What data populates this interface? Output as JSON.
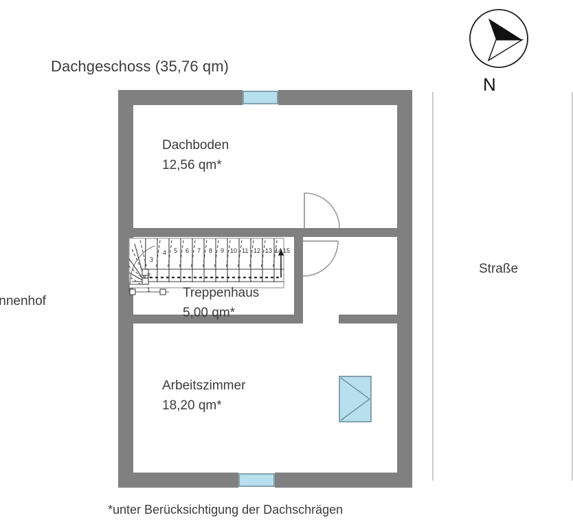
{
  "plan": {
    "title": "Dachgeschoss (35,76 qm)",
    "footnote": "*unter Berücksichtigung der Dachschrägen",
    "compass_label": "N",
    "orientation_left": "Innenhof",
    "orientation_right": "Straße",
    "total_area": "35,76 qm"
  },
  "rooms": [
    {
      "id": "dachboden",
      "name": "Dachboden",
      "area": "12,56 qm*"
    },
    {
      "id": "treppenhaus",
      "name": "Treppenhaus",
      "area": "5,00 qm*"
    },
    {
      "id": "arbeitszimmer",
      "name": "Arbeitszimmer",
      "area": "18,20 qm*"
    }
  ],
  "staircase": {
    "label": "Treppenhaus",
    "step_count": 15,
    "winder_steps": [
      "1",
      "2",
      "3",
      "4"
    ],
    "straight_steps": [
      "5",
      "6",
      "7",
      "8",
      "9",
      "10",
      "11",
      "12",
      "13",
      "14",
      "15"
    ],
    "direction_marker": "up-arrow"
  },
  "openings": {
    "windows": [
      {
        "id": "window-north",
        "wall": "top"
      },
      {
        "id": "window-south",
        "wall": "bottom"
      },
      {
        "id": "window-east",
        "wall": "interior-arbeitszimmer"
      }
    ],
    "doors": [
      {
        "id": "door-dachboden",
        "swing": "up-left-hinge"
      },
      {
        "id": "door-treppenhaus",
        "swing": "down-left-hinge"
      }
    ]
  },
  "colors": {
    "wall": "#808080",
    "window_glass": "#b8dfee",
    "window_frame": "#6f8e9c",
    "text": "#3b3b3b",
    "door": "#9a9a9a",
    "boundary_line": "#b4b4b4"
  }
}
